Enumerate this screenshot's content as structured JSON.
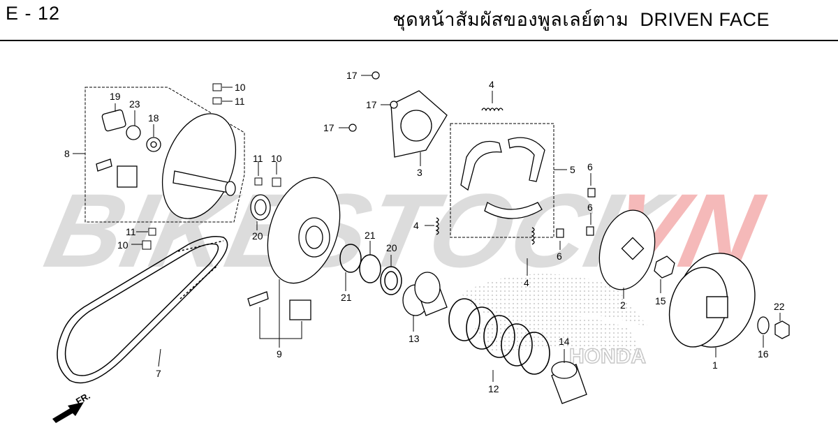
{
  "header": {
    "code": "E - 12",
    "title_thai": "ชุดหน้าสัมผัสของพูลเลย์ตาม",
    "title_en": "DRIVEN FACE"
  },
  "watermark": {
    "part1": "BIKESTOCK",
    "part2": "VN",
    "color1": "#d9d9d9",
    "color2": "#f4b5b5"
  },
  "brand_mark": "HONDA",
  "direction": "FR.",
  "callouts": {
    "c1": "1",
    "c2": "2",
    "c3": "3",
    "c4a": "4",
    "c4b": "4",
    "c4c": "4",
    "c5": "5",
    "c6a": "6",
    "c6b": "6",
    "c6c": "6",
    "c7": "7",
    "c8": "8",
    "c9": "9",
    "c10a": "10",
    "c10b": "10",
    "c10c": "10",
    "c11a": "11",
    "c11b": "11",
    "c11c": "11",
    "c12": "12",
    "c13": "13",
    "c14": "14",
    "c15": "15",
    "c16": "16",
    "c17a": "17",
    "c17b": "17",
    "c17c": "17",
    "c18": "18",
    "c19": "19",
    "c20a": "20",
    "c20b": "20",
    "c21a": "21",
    "c21b": "21",
    "c22": "22",
    "c23": "23"
  }
}
